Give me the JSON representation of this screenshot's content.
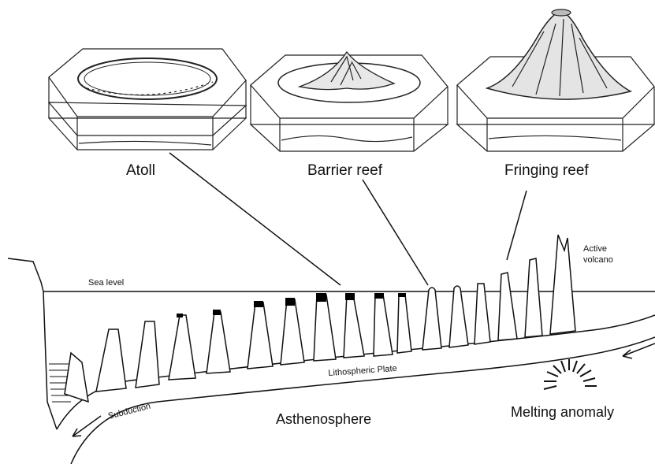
{
  "labels": {
    "atoll": "Atoll",
    "barrier_reef": "Barrier reef",
    "fringing_reef": "Fringing reef",
    "sea_level": "Sea level",
    "active_volcano_line1": "Active",
    "active_volcano_line2": "volcano",
    "lithospheric_plate": "Lithospheric Plate",
    "subduction": "Subduction",
    "asthenosphere": "Asthenosphere",
    "melting_anomaly": "Melting anomaly"
  },
  "colors": {
    "line": "#111111",
    "background": "#ffffff",
    "reef_cap": "#000000"
  }
}
